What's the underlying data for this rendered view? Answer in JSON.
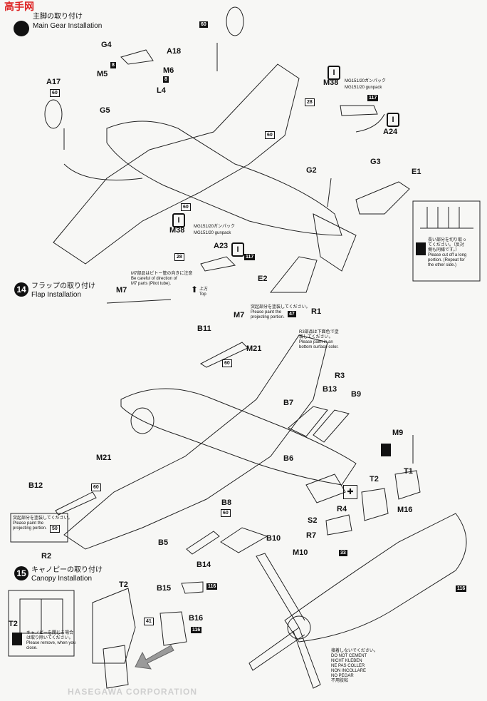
{
  "logo": {
    "text": "高手网"
  },
  "step13": {
    "title_jp": "主脚の取り付け",
    "title_en": "Main Gear Installation"
  },
  "step14": {
    "number": "14",
    "title_jp": "フラップの取り付け",
    "title_en": "Flap Installation"
  },
  "step15": {
    "number": "15",
    "title_jp": "キャノピーの取り付け",
    "title_en": "Canopy Installation"
  },
  "labels": {
    "G4": "G4",
    "A18": "A18",
    "M5": "M5",
    "M6": "M6",
    "L4": "L4",
    "G5": "G5",
    "A17": "A17",
    "M38a": "M38",
    "M38b": "M38",
    "A24": "A24",
    "G2": "G2",
    "G3": "G3",
    "E1": "E1",
    "E2": "E2",
    "A23": "A23",
    "M7a": "M7",
    "M7b": "M7",
    "R1": "R1",
    "B11": "B11",
    "M21a": "M21",
    "M21b": "M21",
    "R3": "R3",
    "B13": "B13",
    "B9": "B9",
    "B7": "B7",
    "B6": "B6",
    "M9": "M9",
    "T1": "T1",
    "T2a": "T2",
    "B12": "B12",
    "R4": "R4",
    "M16": "M16",
    "S2": "S2",
    "R7": "R7",
    "M10": "M10",
    "B8": "B8",
    "B10": "B10",
    "B5": "B5",
    "R2": "R2",
    "B14": "B14",
    "B15": "B15",
    "B16": "B16",
    "T2b": "T2",
    "T2c": "T2"
  },
  "refs": {
    "r60a": "60",
    "r8a": "8",
    "r8b": "8",
    "r60b": "60",
    "r28a": "28",
    "r117a": "117",
    "r60c": "60",
    "r60d": "60",
    "r28b": "28",
    "r117b": "117",
    "r47": "47",
    "r60e": "60",
    "r60f": "60",
    "r50": "50",
    "r60g": "60",
    "r33": "33",
    "r116a": "116",
    "r116b": "116",
    "r116c": "116",
    "r41": "41"
  },
  "notes": {
    "gunpack1_jp": "MG151/20ガンパック",
    "gunpack1_en": "MG151/20 gunpack",
    "gunpack2_jp": "MG151/20ガンパック",
    "gunpack2_en": "MG151/20 gunpack",
    "pitot": "M7部品はピトー管の向きに注意\nBe careful of direction of\nM7 parts (Pitot tube).",
    "top": "上方\nTop",
    "projecting1": "突起部分を塗装してください。\nPlease paint the\nprojecting portion.",
    "r3paint": "R3部品は下面色で塗\n装してください。\nPlease paint in an\nbottom surface color.",
    "cutoff": "長い部分を切り取っ\nてください。（反対\n側も同様です。）\nPlease cut off a long\nportion. (Repeat for\nthe other side.)",
    "projecting2": "突起部分を塗装してください。\nPlease paint the\nprojecting portion.",
    "canopyremove": "キャノピーを閉じる場合\nは取り除いてください。\nPlease remove, when you\nclose.",
    "nocement": "接着しないでください。\nDO NOT CEMENT\nNICHT KLEBEN\nNE PAS COLLER\nNON INCOLLARE\nNO PEGAR\n不用胶粘",
    "footer": "HASEGAWA CORPORATION"
  },
  "icons": {
    "cement": "cement-icon",
    "option": "option-icon",
    "cutoff": "cutoff-icon",
    "arrow": "direction-arrow-icon"
  }
}
